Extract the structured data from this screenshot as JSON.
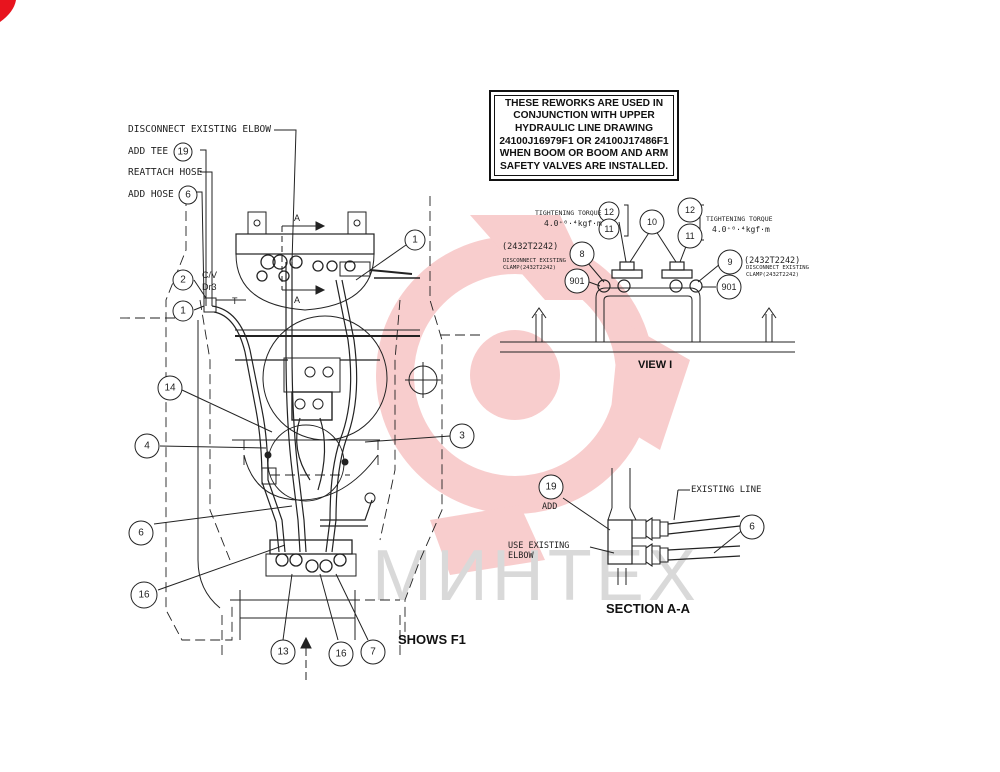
{
  "notice": {
    "lines": [
      "THESE REWORKS ARE USED IN",
      "CONJUNCTION WITH UPPER",
      "HYDRAULIC LINE DRAWING",
      "24100J16979F1 OR 24100J17486F1",
      "WHEN BOOM OR BOOM AND ARM",
      "SAFETY VALVES ARE INSTALLED."
    ]
  },
  "instructions": {
    "disconnect_elbow": "DISCONNECT EXISTING ELBOW",
    "add_tee": "ADD TEE",
    "add_tee_num": "19",
    "reattach_hose": "REATTACH HOSE",
    "add_hose": "ADD HOSE",
    "add_hose_num": "6"
  },
  "main_view": {
    "title": "SHOWS F1",
    "cv_label": "C/V",
    "dr_label": "Dr3",
    "t_label": "T",
    "section_arrow_label": "A",
    "callouts": [
      "1",
      "2",
      "1",
      "14",
      "4",
      "3",
      "6",
      "16",
      "13",
      "16",
      "7"
    ]
  },
  "view_i": {
    "title": "VIEW I",
    "torque_label": "TIGHTENING TORQUE",
    "torque_value": "4.0⁺⁰·⁴kgf·m",
    "clamp_part": "(2432T2242)",
    "disconnect_clamp": "DISCONNECT EXISTING",
    "clamp_code": "CLAMP(2432T2242)",
    "callouts": [
      "12",
      "11",
      "10",
      "12",
      "11",
      "8",
      "901",
      "9",
      "901"
    ]
  },
  "section_aa": {
    "title": "SECTION A-A",
    "existing_line": "EXISTING LINE",
    "add": "ADD",
    "use_existing": "USE EXISTING",
    "elbow": "ELBOW",
    "callouts": [
      "19",
      "6"
    ]
  },
  "watermark": {
    "text": "МИНТЕХ",
    "color": "#f2a0a0"
  },
  "corner_mark_color": "#e8141e"
}
